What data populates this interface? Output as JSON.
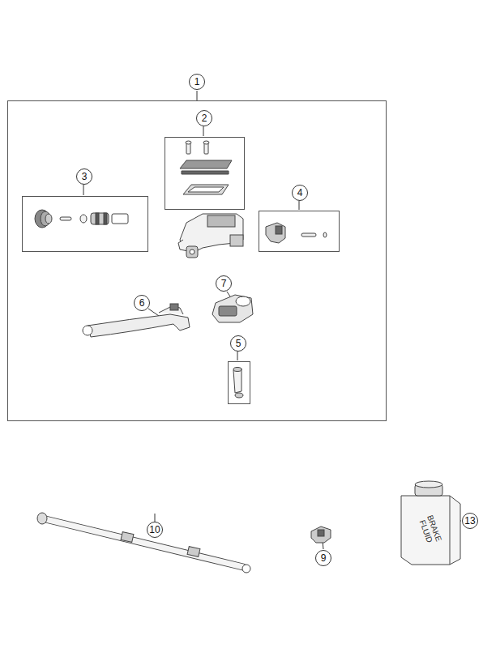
{
  "diagram": {
    "nodes": [
      {
        "text": [
          "1"
        ]
      },
      {
        "text": [
          "2"
        ],
        "in": 0
      },
      {
        "text": [
          "3"
        ],
        "in": 0
      },
      {
        "text": [
          "4"
        ],
        "in": 0
      },
      {
        "text": [
          "5"
        ],
        "in": 0
      }
    ],
    "labels": [
      "6",
      "7",
      "9",
      "10",
      "13",
      "BRAKE FLUID"
    ]
  }
}
